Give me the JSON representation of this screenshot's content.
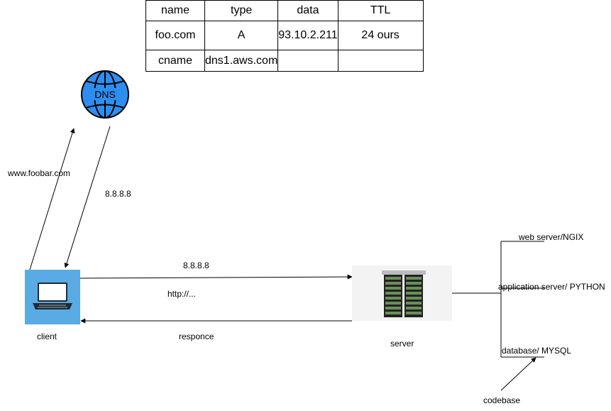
{
  "dns_table": {
    "headers": [
      "name",
      "type",
      "data",
      "TTL"
    ],
    "rows": [
      [
        "foo.com",
        "A",
        "93.10.2.211",
        "24 ours"
      ],
      [
        "cname",
        "dns1.aws.com",
        "",
        ""
      ]
    ]
  },
  "dns_icon_text": "DNS",
  "labels": {
    "domain_query": "www.foobar.com",
    "dns_answer": "8.8.8.8",
    "client": "client",
    "request_ip": "8.8.8.8",
    "request_proto": "http://...",
    "response": "responce",
    "server": "server",
    "web_server": "web server/NGIX",
    "app_server": "application server/ PYTHON",
    "database": "database/ MYSQL",
    "codebase": "codebase"
  },
  "colors": {
    "dns_globe": "#2d8ef0",
    "client_box": "#5aaae3",
    "line": "#000000"
  }
}
